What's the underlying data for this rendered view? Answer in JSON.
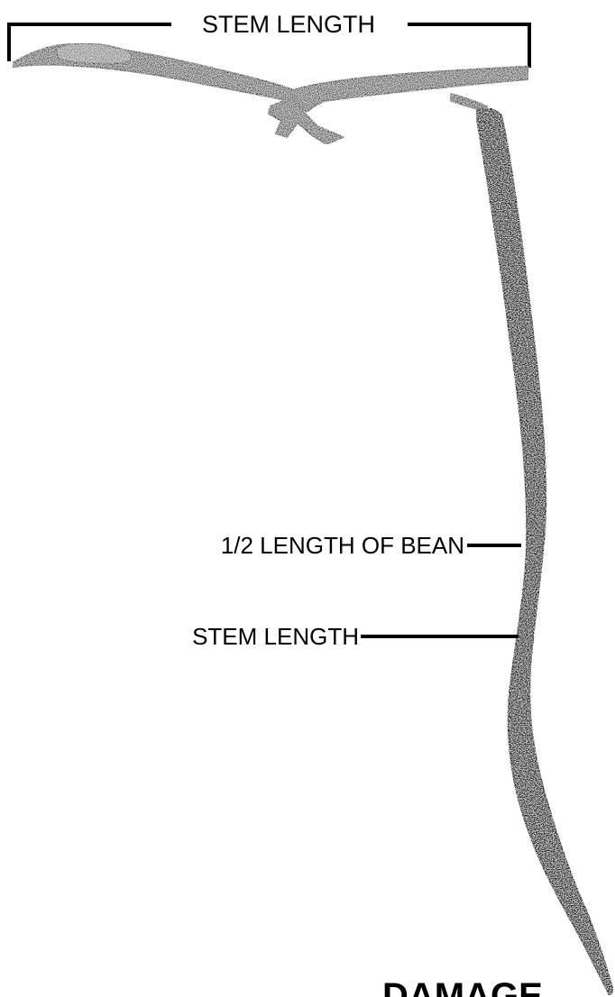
{
  "labels": {
    "top_bracket": "STEM LENGTH",
    "half_bean": "1/2 LENGTH OF BEAN",
    "stem_length": "STEM LENGTH",
    "bottom_cut_off": "DAMAGE"
  },
  "colors": {
    "ink": "#000000",
    "paper": "#ffffff",
    "stem_fill": "#3a3a3a",
    "pod_fill": "#1a1a1a",
    "speckle": "#ffffff"
  }
}
